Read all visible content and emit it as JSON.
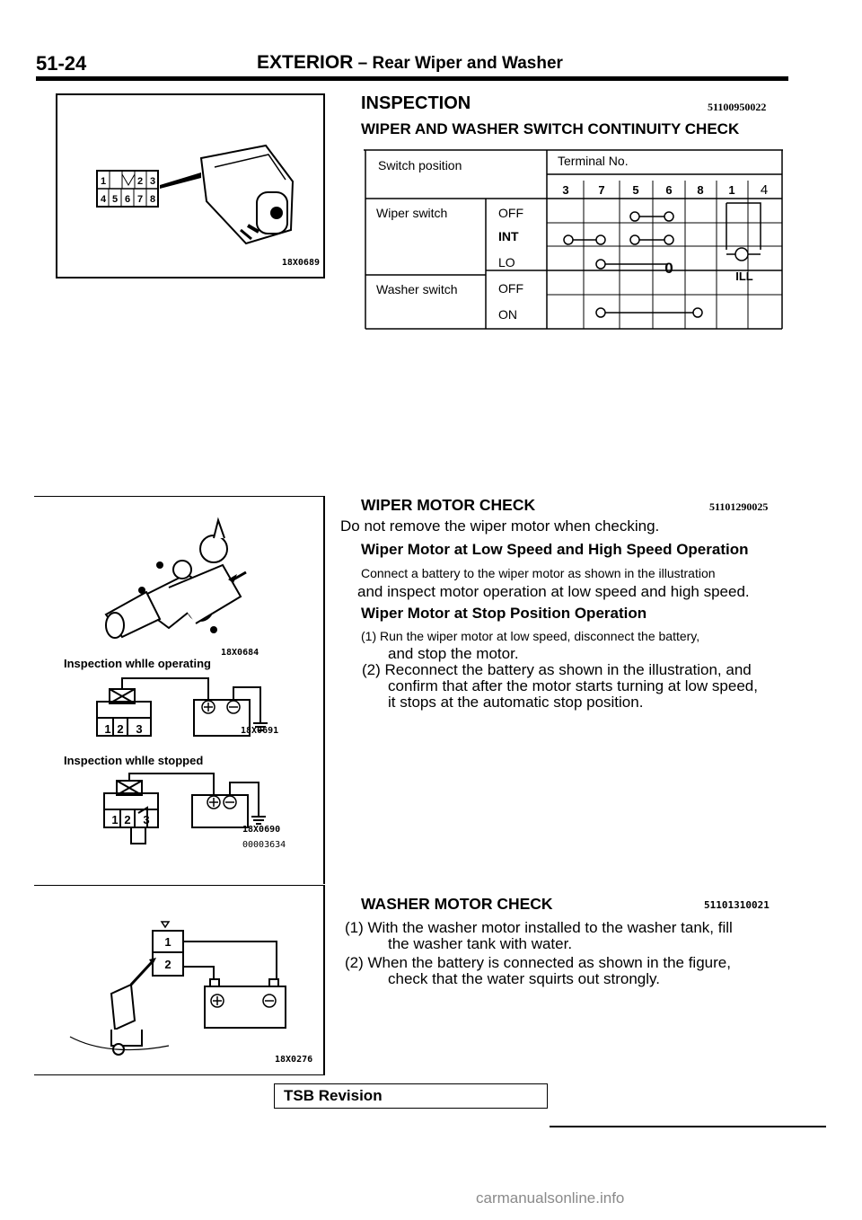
{
  "header": {
    "page_code": "51-24",
    "section": "EXTERIOR",
    "separator": "–",
    "subsection": "Rear Wiper and Washer"
  },
  "figures": {
    "switch_code": "18X0689",
    "motor_code": "18X0684",
    "operating_label": "Inspection  whlle  operating",
    "operating_code": "18X0691",
    "stopped_label": "Inspection  whlle  stopped",
    "stopped_code": "18X0690",
    "motor_group_code": "00003634",
    "washer_code": "18X0276",
    "connector_pins_top": [
      "1",
      "2",
      "3"
    ],
    "connector_pins_bottom": [
      "4",
      "5",
      "6",
      "7",
      "8"
    ],
    "motor_pins": [
      "1",
      "2",
      "3"
    ],
    "washer_pins": [
      "1",
      "2"
    ]
  },
  "inspection": {
    "title": "INSPECTION",
    "code": "51100950022",
    "subtitle": "WIPER AND WASHER SWITCH CONTINUITY CHECK"
  },
  "table": {
    "switch_position_header": "Switch position",
    "terminal_header": "Terminal No.",
    "terminals": [
      "3",
      "7",
      "5",
      "6",
      "8",
      "1",
      "4"
    ],
    "rows": [
      {
        "group": "Wiper switch",
        "position": "OFF"
      },
      {
        "group": "",
        "position": "INT"
      },
      {
        "group": "",
        "position": "LO"
      },
      {
        "group": "Washer switch",
        "position": "OFF"
      },
      {
        "group": "",
        "position": "ON"
      }
    ],
    "ill_label": "ILL",
    "lo_mark": "0"
  },
  "wiper_motor": {
    "title": "WIPER MOTOR CHECK",
    "code": "51101290025",
    "intro": "Do not remove the wiper motor when checking.",
    "sub1": "Wiper Motor at Low Speed and High Speed Operation",
    "p1a": "Connect a battery to the wiper motor as shown in the illustration",
    "p1b": "and inspect motor operation at low speed and high speed.",
    "sub2": "Wiper Motor at Stop Position Operation",
    "s1a": "(1) Run the wiper motor at low speed, disconnect the battery,",
    "s1b": "and stop the motor.",
    "s2a": "(2) Reconnect the battery as shown in the illustration, and",
    "s2b": "confirm that after the motor starts turning at low speed,",
    "s2c": "it stops at the automatic stop position."
  },
  "washer_motor": {
    "title": "WASHER MOTOR CHECK",
    "code": "51101310021",
    "s1a": "(1) With the washer motor installed to the washer tank, fill",
    "s1b": "the washer tank with water.",
    "s2a": "(2) When the battery is connected as shown in the figure,",
    "s2b": "check that the water squirts out strongly."
  },
  "footer": {
    "tsb": "TSB Revision",
    "watermark": "carmanualsonline.info"
  }
}
